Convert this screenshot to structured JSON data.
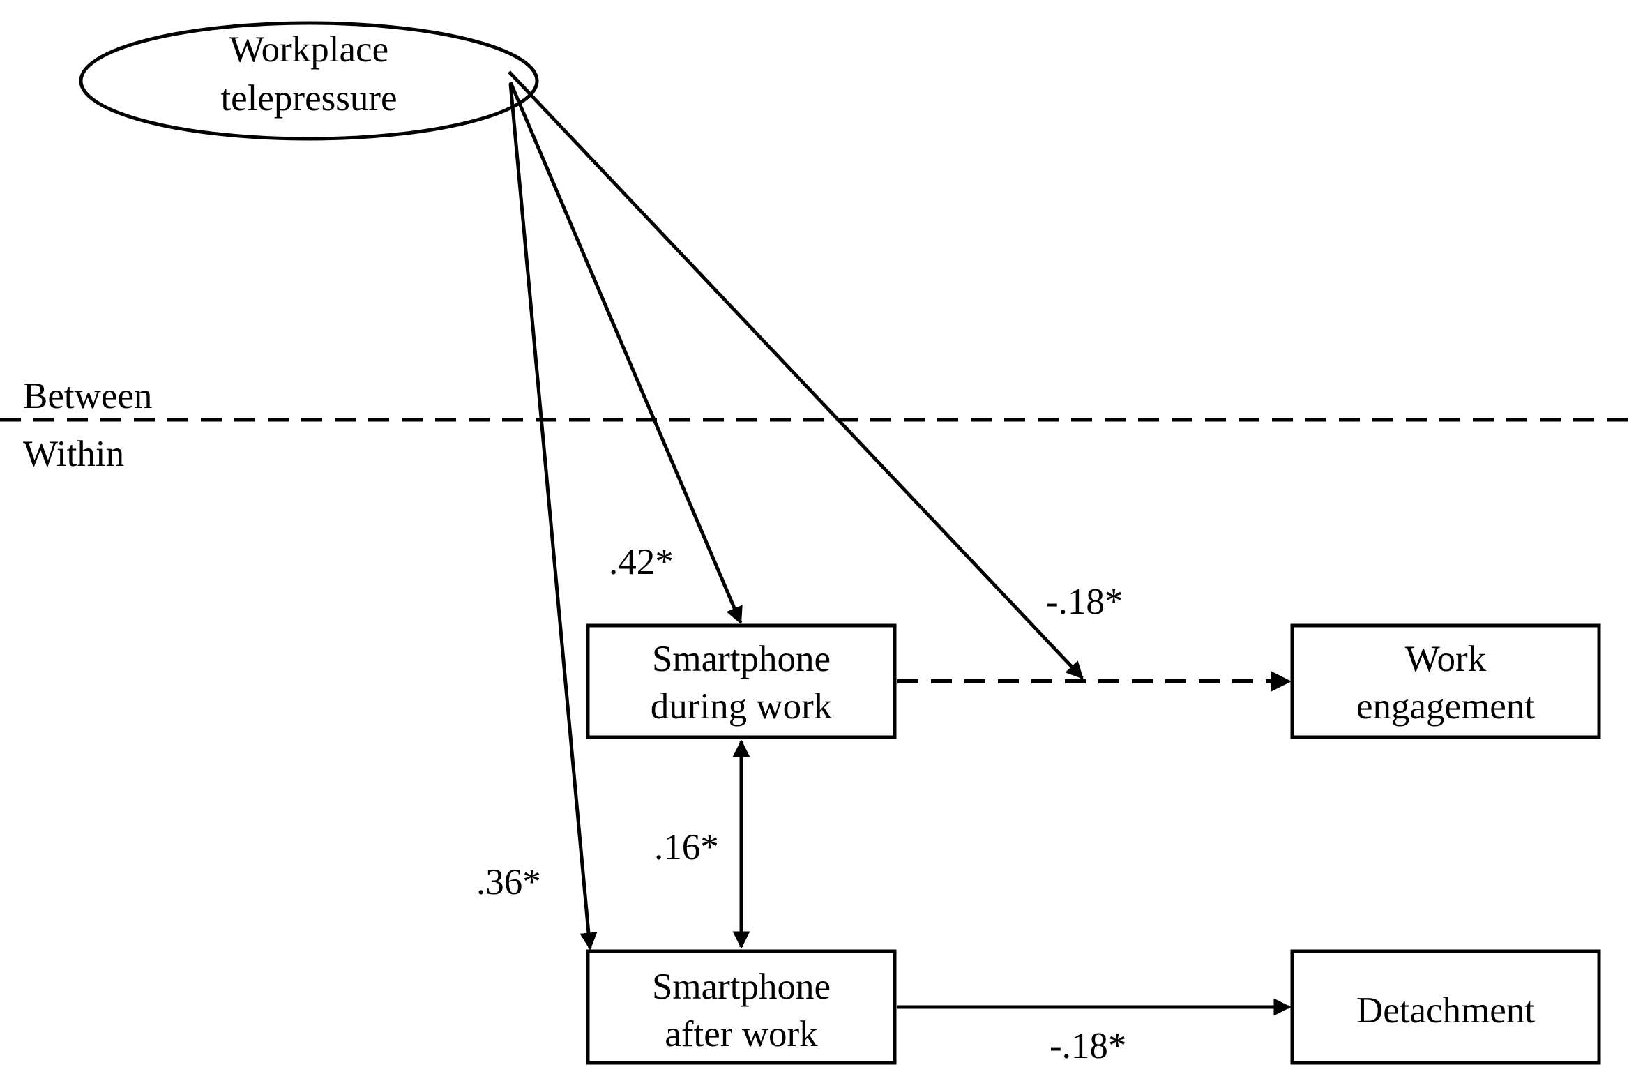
{
  "levels": {
    "between": "Between",
    "within": "Within"
  },
  "nodes": {
    "telepressure": {
      "line1": "Workplace",
      "line2": "telepressure"
    },
    "during_work": {
      "line1": "Smartphone",
      "line2": "during work"
    },
    "after_work": {
      "line1": "Smartphone",
      "line2": "after work"
    },
    "engagement": {
      "line1": "Work",
      "line2": "engagement"
    },
    "detachment": {
      "line1": "Detachment"
    }
  },
  "paths": {
    "tele_to_during": ".42*",
    "tele_to_after": ".36*",
    "tele_moderation": "-.18*",
    "during_after_cov": ".16*",
    "after_to_detachment": "-.18*"
  },
  "colors": {
    "stroke": "#000000",
    "background": "#ffffff"
  }
}
